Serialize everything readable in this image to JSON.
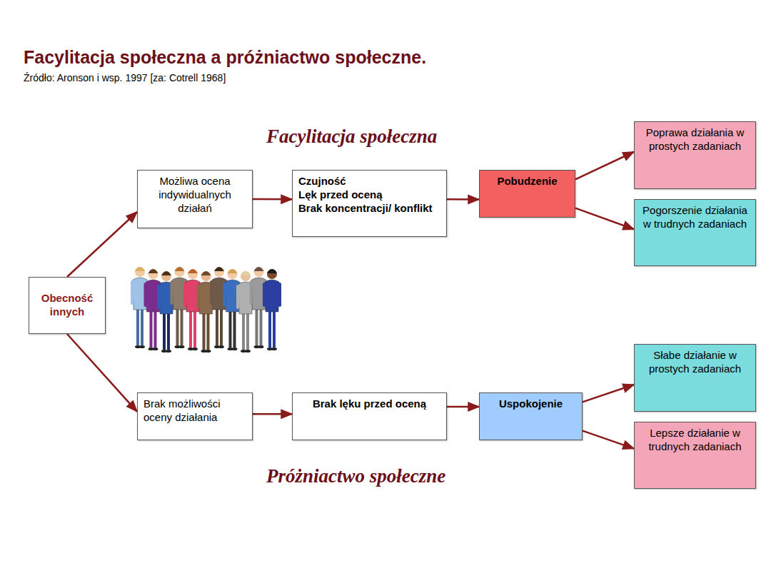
{
  "diagram": {
    "title": "Facylitacja społeczna a próżniactwo społeczne.",
    "caption": "Źródło: Aronson i wsp. 1997 [za: Cotrell 1968]",
    "nodes": [
      {
        "text": [
          "Obecność innych"
        ]
      },
      {
        "text": [
          "Możliwa ocena indywidualnych działań"
        ]
      },
      {
        "text": [
          "Czujność",
          "Lęk przed oceną",
          "Brak koncentracji/ konflikt"
        ]
      },
      {
        "text": [
          "Pobudzenie"
        ]
      },
      {
        "text": [
          "Poprawa działania w prostych zadaniach"
        ]
      },
      {
        "text": [
          "Pogorszenie działania w trudnych zadaniach"
        ]
      },
      {
        "text": [
          "Brak możliwości oceny działania"
        ]
      },
      {
        "text": [
          "Brak lęku przed oceną"
        ]
      },
      {
        "text": [
          "Uspokojenie"
        ]
      },
      {
        "text": [
          "Słabe działanie w prostych zadaniach"
        ]
      },
      {
        "text": [
          "Lepsze działanie w trudnych zadaniach"
        ]
      }
    ],
    "edges": [
      {
        "from": 0,
        "to": 1,
        "arrow": "to"
      },
      {
        "from": 0,
        "to": 6,
        "arrow": "to"
      },
      {
        "from": 1,
        "to": 2,
        "arrow": "to"
      },
      {
        "from": 2,
        "to": 3,
        "arrow": "to"
      },
      {
        "from": 3,
        "to": 4,
        "arrow": "to"
      },
      {
        "from": 3,
        "to": 5,
        "arrow": "to"
      },
      {
        "from": 6,
        "to": 7,
        "arrow": "to"
      },
      {
        "from": 7,
        "to": 8,
        "arrow": "to"
      },
      {
        "from": 8,
        "to": 9,
        "arrow": "to"
      },
      {
        "from": 8,
        "to": 10,
        "arrow": "to"
      }
    ],
    "labels": [
      "Facylitacja społeczna",
      "Próżniactwo społeczne"
    ]
  }
}
